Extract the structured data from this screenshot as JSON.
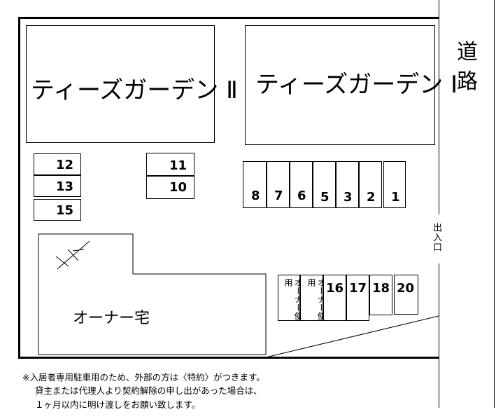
{
  "buildings": {
    "garden_2": "ティーズガーデン Ⅱ",
    "garden_1": "ティーズガーデン Ⅰ",
    "owner_house": "オーナー宅"
  },
  "road_label": "道\n路",
  "entrance_label": "出入口",
  "parking": {
    "left_group": [
      "12",
      "13",
      "15"
    ],
    "middle_group": [
      "11",
      "10"
    ],
    "row_top": [
      "8",
      "7",
      "6",
      "5",
      "3",
      "2",
      "1"
    ],
    "owner_spaces": [
      "オーナー使用",
      "オーナー使用"
    ],
    "row_bottom": [
      "16",
      "17",
      "18",
      "20"
    ]
  },
  "notice": {
    "line1": "※入居者専用駐車用のため、外部の方は〈特約〉がつきます。",
    "line2": "貸主または代理人より契約解除の申し出があった場合は、",
    "line3": "１ヶ月以内に明け渡しをお願い致します。"
  }
}
